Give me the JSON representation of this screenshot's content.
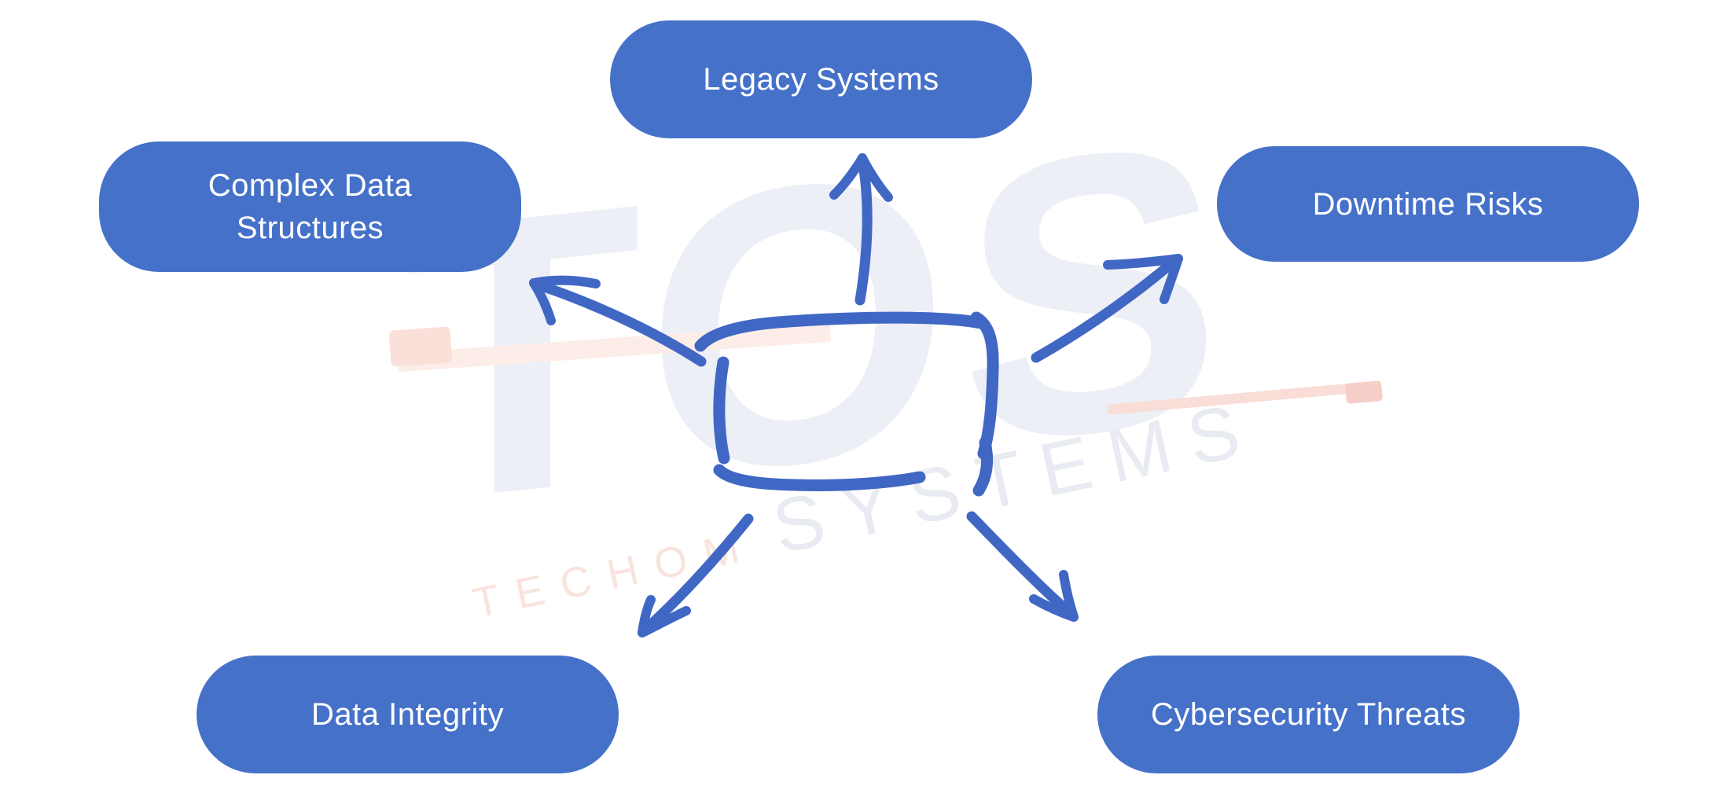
{
  "diagram": {
    "title": "",
    "center": {
      "shape": "hand-drawn-rectangle",
      "label": ""
    },
    "nodes": [
      {
        "id": "legacy-systems",
        "label": "Legacy Systems",
        "position": "top-center"
      },
      {
        "id": "complex-data",
        "label": "Complex Data Structures",
        "position": "upper-left"
      },
      {
        "id": "downtime-risks",
        "label": "Downtime Risks",
        "position": "upper-right"
      },
      {
        "id": "data-integrity",
        "label": "Data Integrity",
        "position": "bottom-left"
      },
      {
        "id": "cybersecurity-threats",
        "label": "Cybersecurity Threats",
        "position": "bottom-right"
      }
    ],
    "colors": {
      "node_fill": "#4571C9",
      "node_text": "#FFFFFF",
      "arrow": "#4067C4",
      "background": "#FFFFFF"
    }
  },
  "watermark": {
    "logo": "TOS",
    "brand_line": [
      "TECHOM",
      "SYSTEMS"
    ],
    "colors": {
      "logo_gray": "#EDEFF6",
      "brand_pink": "#FAE3DE",
      "brand_gray": "#E9EBF2",
      "accent_pink": "#FCEDE9"
    }
  }
}
